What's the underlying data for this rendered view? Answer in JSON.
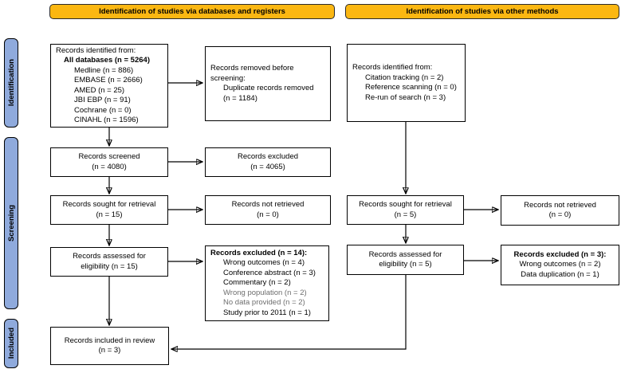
{
  "colors": {
    "banner": "#fbb712",
    "sidebar": "#8faadc",
    "box_bg": "#ffffff",
    "border": "#000000",
    "muted_text": "#6e6e6e"
  },
  "banners": {
    "databases": "Identification of studies via databases and registers",
    "other_methods": "Identification of studies via other methods"
  },
  "stages": {
    "identification": "Identification",
    "screening": "Screening",
    "included": "Included"
  },
  "boxes": {
    "db_identified": {
      "l0": "Records identified from:",
      "l1": "All databases (n = 5264)",
      "l2": "Medline (n = 886)",
      "l3": "EMBASE (n = 2666)",
      "l4": "AMED (n = 25)",
      "l5": "JBI EBP (n = 91)",
      "l6": "Cochrane (n = 0)",
      "l7": "CINAHL (n = 1596)"
    },
    "removed_before_screening": {
      "l0": "Records removed before",
      "l1": "screening:",
      "l2": "Duplicate records removed",
      "l3": "(n = 1184)"
    },
    "other_identified": {
      "l0": "Records identified from:",
      "l1": "Citation tracking (n = 2)",
      "l2": "Reference scanning (n = 0)",
      "l3": "Re-run of search (n = 3)"
    },
    "screened": {
      "l0": "Records screened",
      "l1": "(n = 4080)"
    },
    "excluded_screening": {
      "l0": "Records excluded",
      "l1": "(n = 4065)"
    },
    "sought_db": {
      "l0": "Records sought for retrieval",
      "l1": "(n = 15)"
    },
    "not_retrieved_db": {
      "l0": "Records not retrieved",
      "l1": "(n = 0)"
    },
    "sought_other": {
      "l0": "Records sought for retrieval",
      "l1": "(n = 5)"
    },
    "not_retrieved_other": {
      "l0": "Records not retrieved",
      "l1": "(n = 0)"
    },
    "assessed_db": {
      "l0": "Records assessed for",
      "l1": "eligibility (n = 15)"
    },
    "excluded_eligibility_db": {
      "title": "Records excluded (n = 14):",
      "l1": "Wrong outcomes (n = 4)",
      "l2": "Conference abstract (n = 3)",
      "l3": "Commentary (n = 2)",
      "l4": "Wrong population (n = 2)",
      "l5": "No data provided (n = 2)",
      "l6": "Study prior to 2011 (n = 1)"
    },
    "assessed_other": {
      "l0": "Records assessed for",
      "l1": "eligibility (n = 5)"
    },
    "excluded_eligibility_other": {
      "title": "Records excluded (n = 3):",
      "l1": "Wrong outcomes (n = 2)",
      "l2": "Data duplication (n = 1)"
    },
    "included_review": {
      "l0": "Records included in review",
      "l1": "(n = 3)"
    }
  }
}
